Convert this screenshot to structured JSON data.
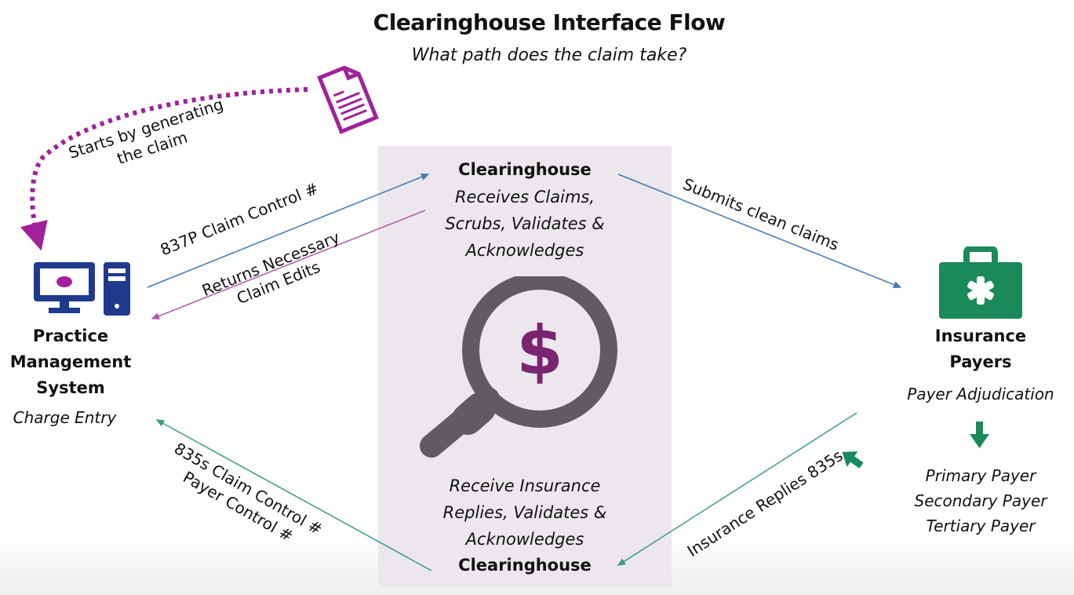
{
  "title": "Clearinghouse Interface Flow",
  "subtitle": "What path does the claim take?",
  "colors": {
    "purple": "#a0219a",
    "navy": "#1f3a8c",
    "green": "#1a8a5a",
    "gray_icon": "#5f5b60",
    "panel_bg": "#ebe7ec",
    "blue_arrow": "#3e79b3",
    "pink_arrow": "#b05aa6",
    "teal_arrow": "#3a9a8a"
  },
  "nodes": {
    "practice": {
      "icon": "desktop-computer-icon",
      "label_lines": [
        "Practice",
        "Management",
        "System"
      ],
      "sublabel": "Charge Entry"
    },
    "clearinghouse_top": {
      "label": "Clearinghouse",
      "description_lines": [
        "Receives Claims,",
        "Scrubs, Validates &",
        "Acknowledges"
      ]
    },
    "clearinghouse_center_icon": "magnifier-dollar-icon",
    "clearinghouse_bottom": {
      "label": "Clearinghouse",
      "description_lines": [
        "Receive Insurance",
        "Replies, Validates &",
        "Acknowledges"
      ]
    },
    "payers": {
      "icon": "medical-briefcase-icon",
      "label_lines": [
        "Insurance",
        "Payers"
      ],
      "sublabel": "Payer Adjudication",
      "payer_list": [
        "Primary Payer",
        "Secondary Payer",
        "Tertiary Payer"
      ]
    },
    "claim_document_icon": "document-icon"
  },
  "edges": {
    "generate": {
      "lines": [
        "Starts by generating",
        "the claim"
      ]
    },
    "submit_837": {
      "lines": [
        "837P Claim Control #"
      ]
    },
    "returns_edits": {
      "lines": [
        "Returns Necessary",
        "Claim Edits"
      ]
    },
    "submits_clean": {
      "lines": [
        "Submits clean claims"
      ]
    },
    "insurance_replies": {
      "lines": [
        "Insurance Replies 835s"
      ]
    },
    "remit_835": {
      "lines": [
        "835s Claim Control #",
        "Payer Control #"
      ]
    }
  }
}
